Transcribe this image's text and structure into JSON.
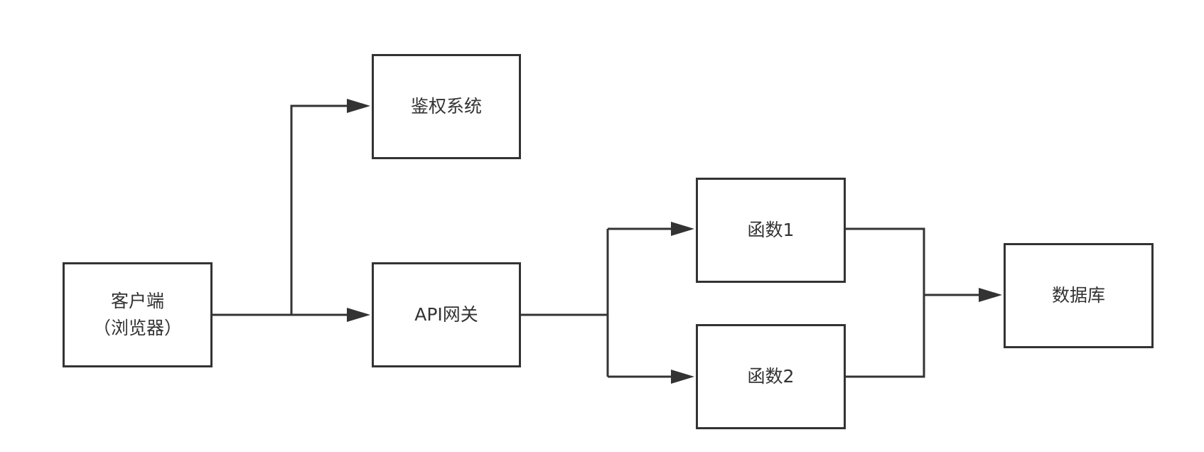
{
  "diagram": {
    "nodes": {
      "auth": {
        "label": "鉴权系统"
      },
      "client": {
        "line1": "客户端",
        "line2": "（浏览器）"
      },
      "gateway": {
        "label": "API网关"
      },
      "func1": {
        "label": "函数1"
      },
      "func2": {
        "label": "函数2"
      },
      "database": {
        "label": "数据库"
      }
    },
    "edges": [
      {
        "from": "client",
        "to": "auth"
      },
      {
        "from": "client",
        "to": "gateway"
      },
      {
        "from": "gateway",
        "to": "func1"
      },
      {
        "from": "gateway",
        "to": "func2"
      },
      {
        "from": "func1",
        "to": "database"
      },
      {
        "from": "func2",
        "to": "database"
      }
    ],
    "colors": {
      "stroke": "#333333",
      "background": "#ffffff",
      "text": "#333333"
    }
  }
}
